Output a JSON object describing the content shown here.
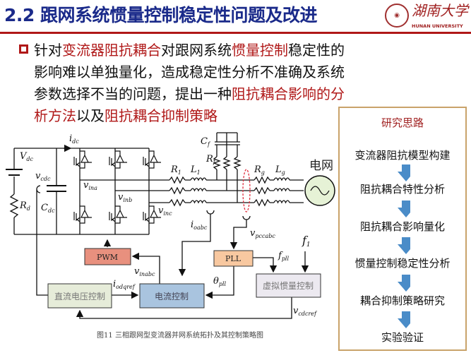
{
  "header": {
    "title": "2.2 跟网系统惯量控制稳定性问题及改进",
    "logo_cn": "湖南大学",
    "logo_en": "HUNAN UNIVERSITY"
  },
  "bullet": {
    "s1": "针对",
    "r1": "变流器阻抗耦合",
    "s2": "对跟网系统",
    "r2": "惯量控制",
    "s3": "稳定性的影响难以单独量化，造成稳定性分析不准确及系统参数选择不当的问题，提出一种",
    "r3": "阻抗耦合影响的分析方法",
    "s4": "以及",
    "r4": "阻抗耦合抑制策略"
  },
  "flow": {
    "title": "研究思路",
    "steps": [
      "变流器阻抗模型构建",
      "阻抗耦合特性分析",
      "阻抗耦合影响量化",
      "惯量控制稳定性分析",
      "耦合抑制策略研究",
      "实验验证"
    ],
    "arrow_color": "#4a8cc8"
  },
  "diagram": {
    "caption": "图11  三相跟网型变流器并网系统拓扑及其控制策略图",
    "grid_label": "电网",
    "blocks": {
      "pwm": "PWM",
      "pll": "PLL",
      "dc_ctrl": "直流电压控制",
      "cur_ctrl": "电流控制",
      "vir_ctrl": "虚拟惯量控制"
    },
    "labels": {
      "idc": "i",
      "idc_s": "dc",
      "Vdc": "V",
      "Vdc_s": "dc",
      "vcdc": "v",
      "vcdc_s": "cdc",
      "Cdc": "C",
      "Cdc_s": "dc",
      "Rd": "R",
      "Rd_s": "d",
      "Cf": "C",
      "Cf_s": "f",
      "Rf": "R",
      "Rf_s": "f",
      "R1": "R",
      "R1_s": "1",
      "L1": "L",
      "L1_s": "1",
      "Rg": "R",
      "Rg_s": "g",
      "Lg": "L",
      "Lg_s": "g",
      "vina": "v",
      "vina_s": "ina",
      "vinb": "v",
      "vinb_s": "inb",
      "vinc": "v",
      "vinc_s": "inc",
      "ioabc": "i",
      "ioabc_s": "oabc",
      "vpccabc": "v",
      "vpccabc_s": "pccabc",
      "fpll": "f",
      "fpll_s": "pll",
      "f1": "f",
      "f1_s": "1",
      "vinabc": "v",
      "vinabc_s": "inabc",
      "iodqref": "i",
      "iodqref_s": "odqref",
      "theta": "θ",
      "theta_s": "pll",
      "vcdcref": "v",
      "vcdcref_s": "cdcref"
    },
    "colors": {
      "pwm": "#e8907e",
      "pll": "#f8c8a0",
      "dc_ctrl": "#e6ecd9",
      "cur_ctrl": "#a9c4df",
      "vir_ctrl": "#ece9f0",
      "grid": "#e6f2d6"
    }
  }
}
